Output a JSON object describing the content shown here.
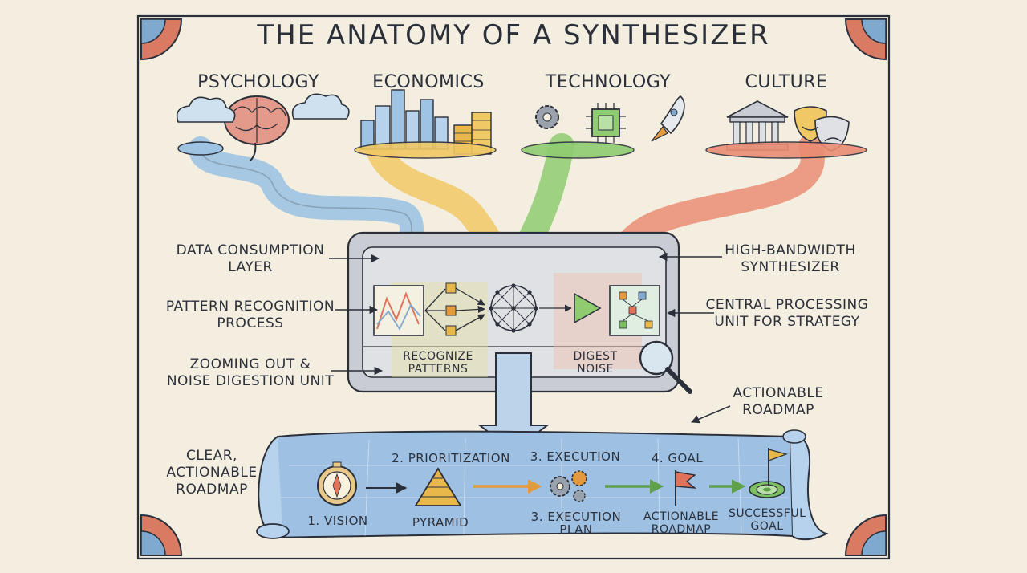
{
  "title": "THE ANATOMY OF A SYNTHESIZER",
  "domains": [
    "PSYCHOLOGY",
    "ECONOMICS",
    "TECHNOLOGY",
    "CULTURE"
  ],
  "left_labels": {
    "data_consumption": [
      "DATA CONSUMPTION",
      "LAYER"
    ],
    "pattern_recognition": [
      "PATTERN RECOGNITION",
      "PROCESS"
    ],
    "zooming_out": [
      "ZOOMING OUT &",
      "NOISE DIGESTION UNIT"
    ],
    "clear_roadmap": [
      "CLEAR,",
      "ACTIONABLE",
      "ROADMAP"
    ]
  },
  "right_labels": {
    "high_bandwidth": [
      "HIGH-BANDWIDTH",
      "SYNTHESIZER"
    ],
    "central_processing": [
      "CENTRAL PROCESSING",
      "UNIT FOR STRATEGY"
    ],
    "actionable_roadmap": [
      "ACTIONABLE",
      "ROADMAP"
    ]
  },
  "inner_labels": {
    "recognize_patterns": [
      "RECOGNIZE",
      "PATTERNS"
    ],
    "digest_noise": [
      "DIGEST",
      "NOISE"
    ]
  },
  "roadmap": {
    "top_labels": [
      "2. PRIORITIZATION",
      "3. EXECUTION",
      "4. GOAL"
    ],
    "bottom_labels": {
      "vision": "1. VISION",
      "pyramid": "PYRAMID",
      "execution_plan": [
        "3. EXECUTION",
        "PLAN"
      ],
      "actionable_roadmap": [
        "ACTIONABLE",
        "ROADMAP"
      ],
      "successful_goal": [
        "SUCCESSFUL",
        "GOAL"
      ]
    }
  },
  "colors": {
    "psychology": "#7fa9cf",
    "economics": "#e9b84a",
    "technology": "#7cbf63",
    "culture": "#e0735a",
    "panel": "#c9ccd2",
    "roadmap": "#9ec1e3",
    "ink": "#2b2f3a"
  }
}
